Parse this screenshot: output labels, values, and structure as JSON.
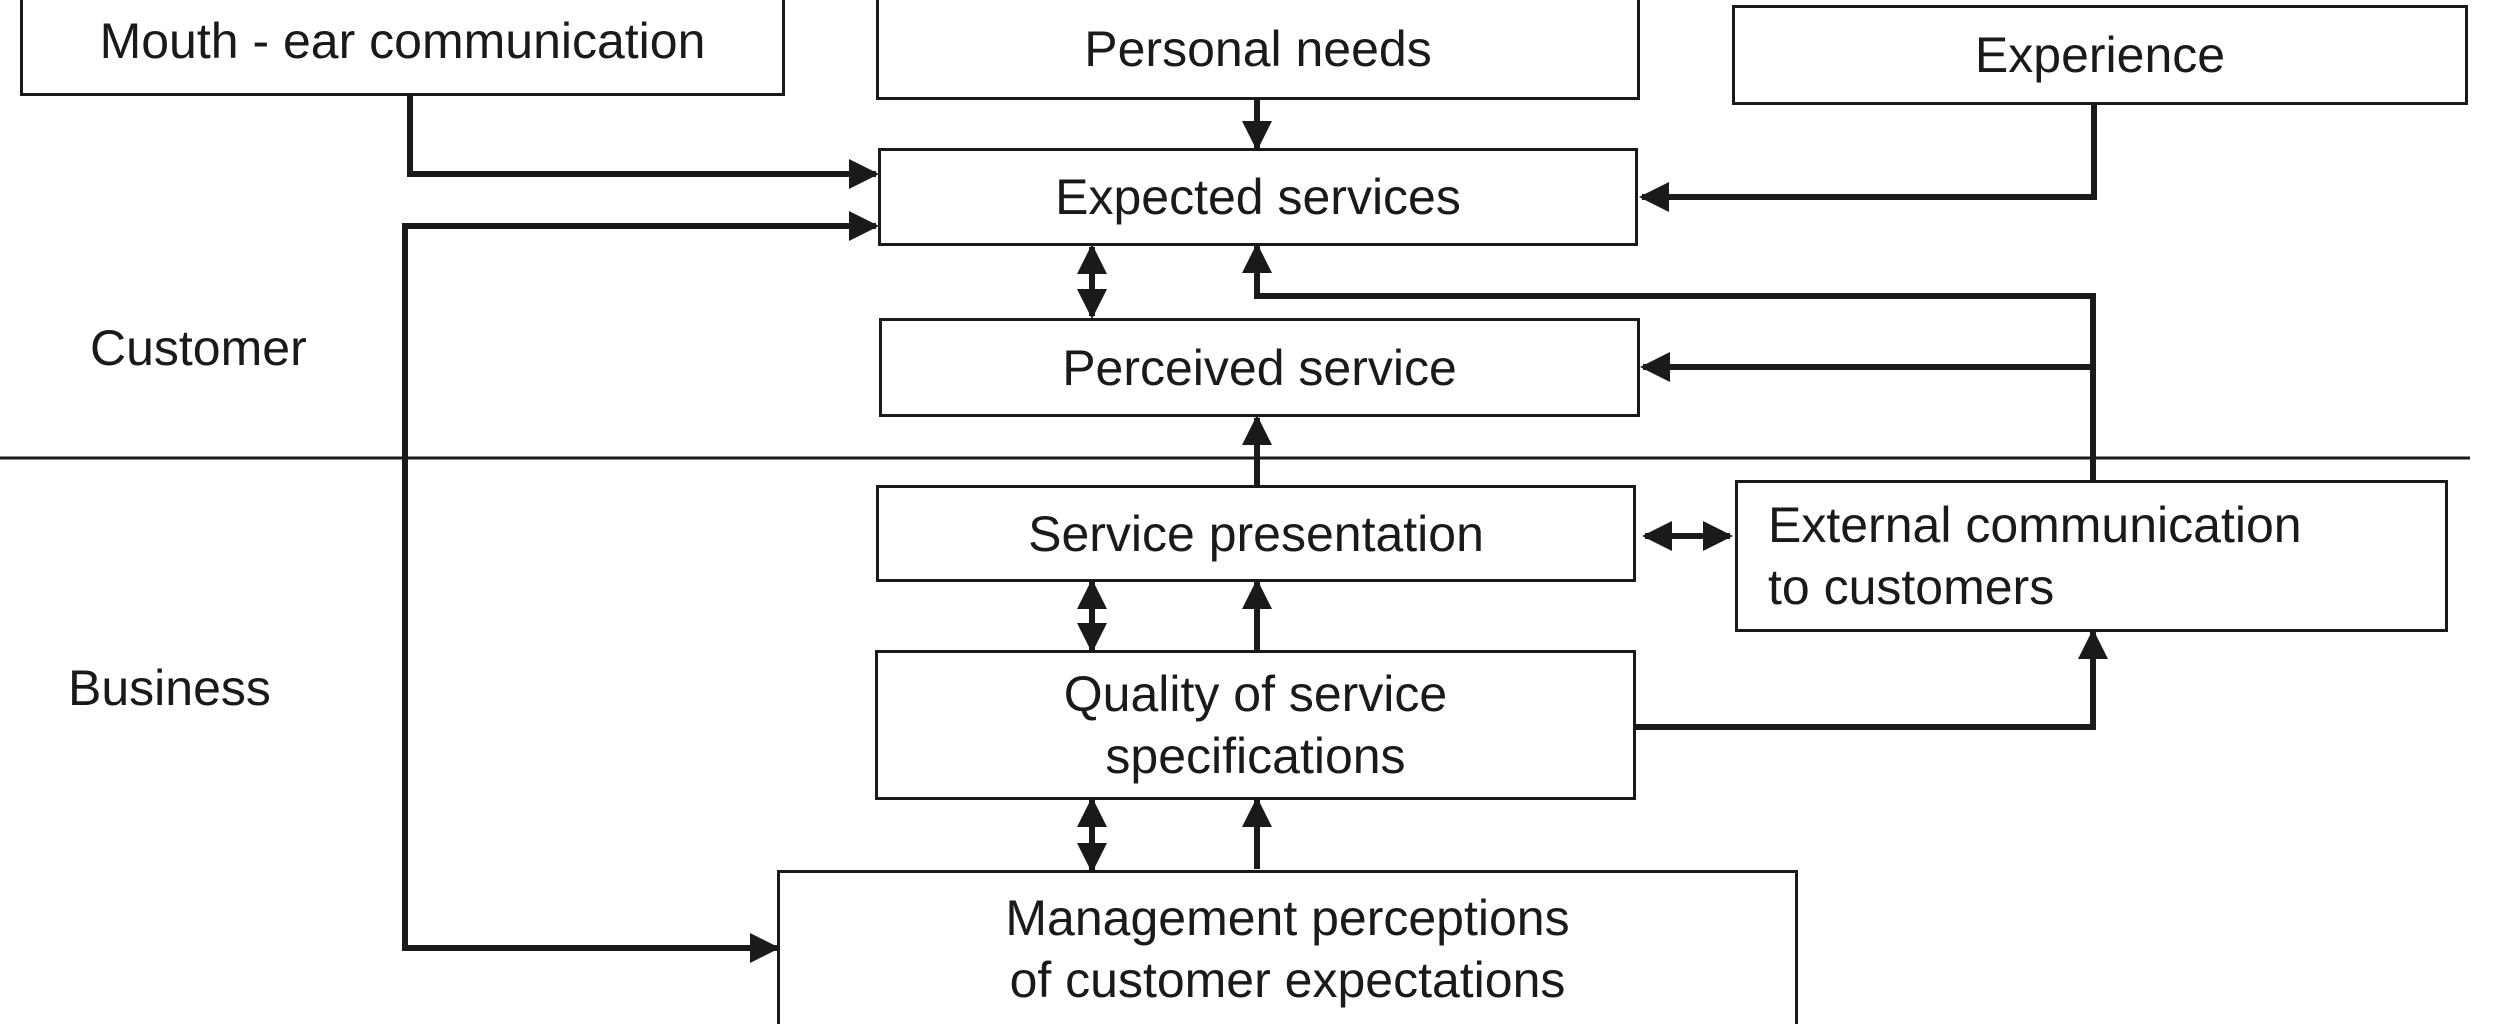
{
  "side_labels": {
    "customer": "Customer",
    "business": "Business"
  },
  "boxes": {
    "mouth_ear": {
      "text": "Mouth - ear communication"
    },
    "personal_needs": {
      "text": "Personal needs"
    },
    "experience": {
      "text": "Experience"
    },
    "expected_services": {
      "text": "Expected services"
    },
    "perceived_service": {
      "text": "Perceived service"
    },
    "service_presentation": {
      "text": "Service presentation"
    },
    "external_communication": {
      "line1": "External communication",
      "line2": "to customers"
    },
    "quality_specs": {
      "line1": "Quality of service",
      "line2": "specifications"
    },
    "management_perceptions": {
      "line1": "Management perceptions",
      "line2": "of customer expectations"
    }
  }
}
